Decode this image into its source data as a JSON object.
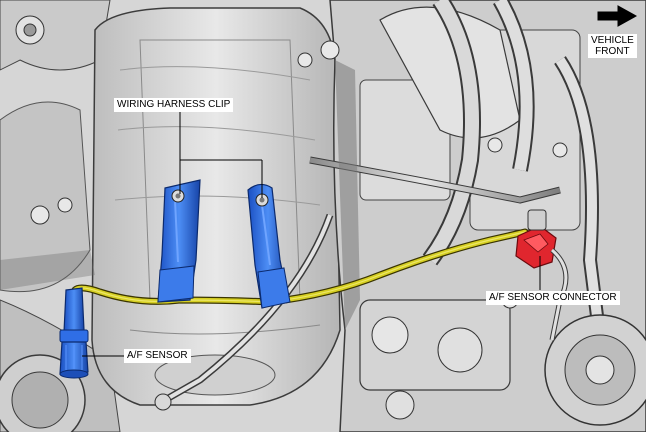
{
  "diagram": {
    "labels": {
      "wiring_harness_clip": "WIRING HARNESS CLIP",
      "af_sensor": "A/F SENSOR",
      "af_sensor_connector": "A/F SENSOR CONNECTOR",
      "vehicle_front_line1": "VEHICLE",
      "vehicle_front_line2": "FRONT"
    },
    "colors": {
      "clip": "#2f6ee6",
      "sensor": "#2f6ee6",
      "harness": "#c9c21a",
      "connector": "#e0262e",
      "engine_light": "#e4e4e4",
      "engine_mid": "#c2c2c2",
      "engine_dark": "#5a5a5a"
    },
    "icons": [
      "vehicle-front-arrow-icon"
    ]
  }
}
